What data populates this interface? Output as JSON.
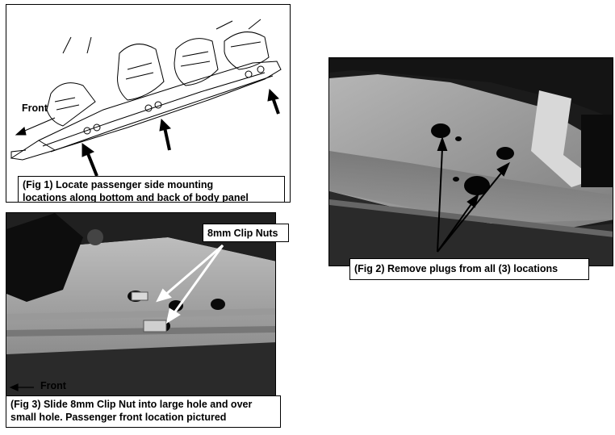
{
  "fig1": {
    "front_label": "Front",
    "caption_line1": "(Fig 1) Locate passenger side mounting",
    "caption_line2": "locations along bottom and back of body panel"
  },
  "fig2": {
    "caption": "(Fig 2) Remove plugs from all (3) locations"
  },
  "fig3": {
    "callout": "8mm Clip Nuts",
    "front_label": "Front",
    "caption_line1": "(Fig 3) Slide 8mm Clip Nut into large hole and over",
    "caption_line2": "small hole. Passenger front location pictured"
  }
}
